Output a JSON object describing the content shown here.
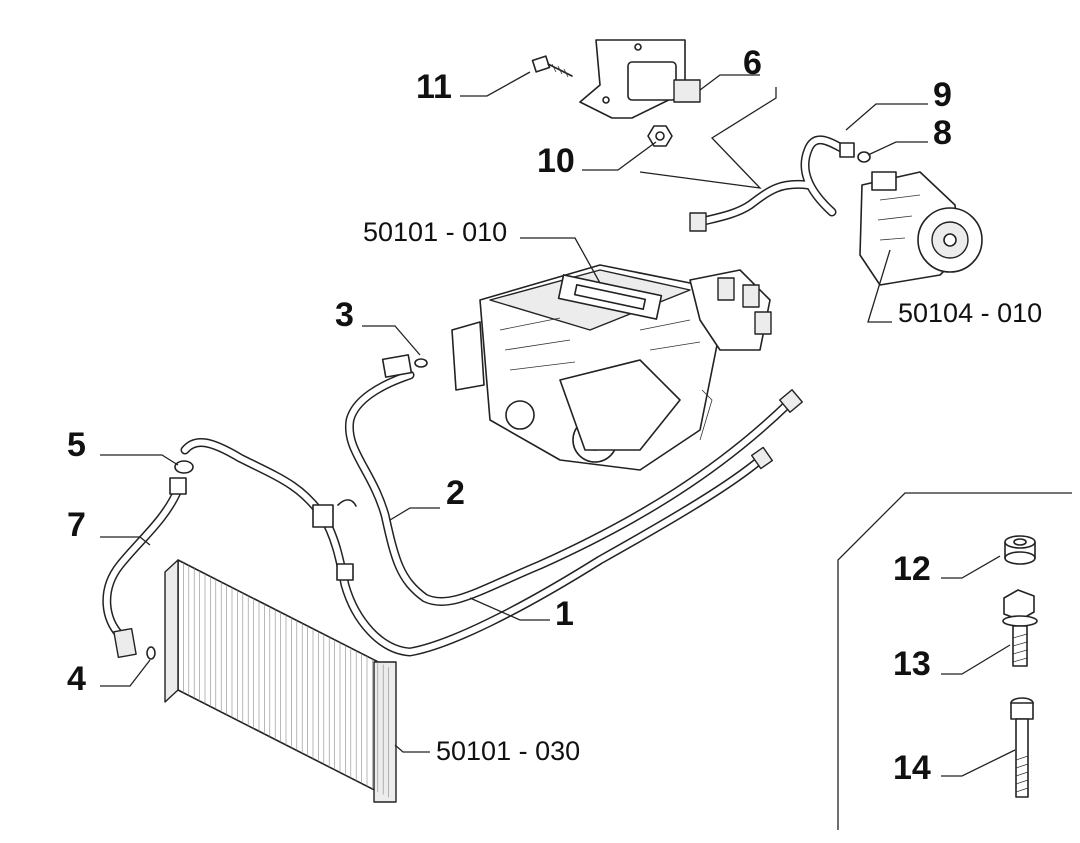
{
  "callouts": {
    "c1": "1",
    "c2": "2",
    "c3": "3",
    "c4": "4",
    "c5": "5",
    "c6": "6",
    "c7": "7",
    "c8": "8",
    "c9": "9",
    "c10": "10",
    "c11": "11",
    "c12": "12",
    "c13": "13",
    "c14": "14"
  },
  "references": {
    "heater_unit": "50101 - 010",
    "compressor": "50104 - 010",
    "condenser": "50101 - 030"
  }
}
